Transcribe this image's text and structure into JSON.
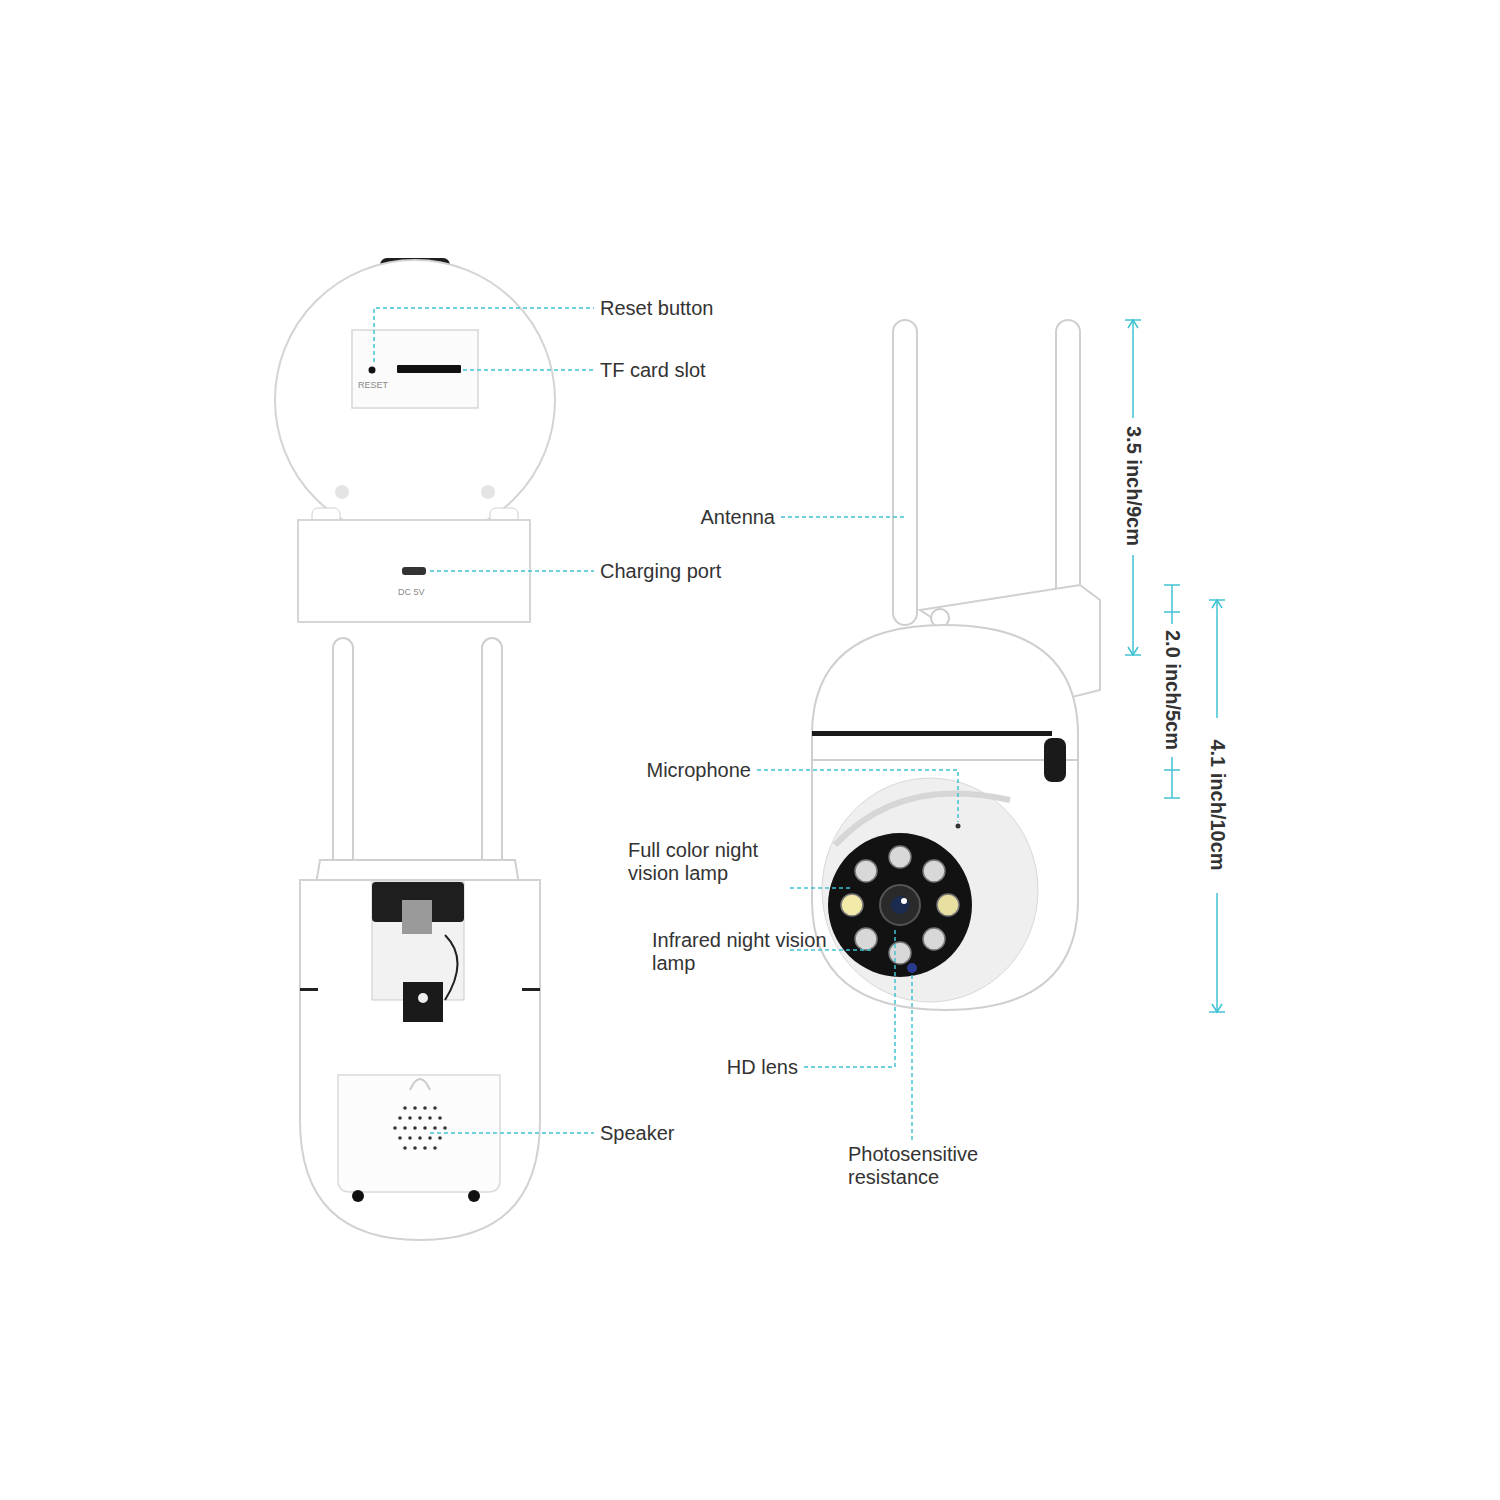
{
  "diagram": {
    "labels": [
      "Reset button",
      "TF card slot",
      "RESET",
      "DC 5V",
      "Charging port",
      "Antenna",
      "3.5 inch/9cm",
      "2.0 inch/5cm",
      "4.1 inch/10cm",
      "Microphone",
      "Full color night vision lamp",
      "Infrared night vision lamp",
      "HD lens",
      "Speaker",
      "Photosensitive resistance"
    ]
  }
}
